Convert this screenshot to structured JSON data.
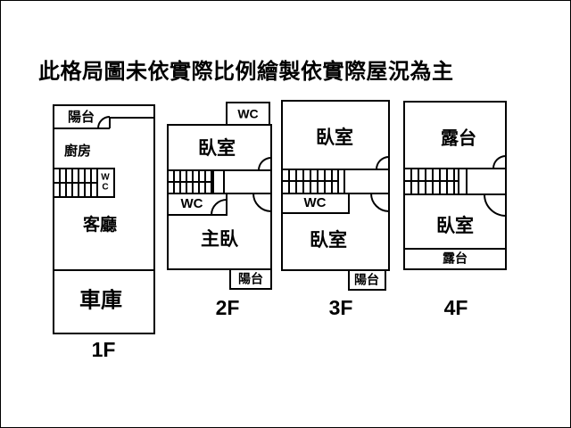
{
  "title": "此格局圖未依實際比例繪製依實際屋況為主",
  "colors": {
    "line": "#000000",
    "background": "#ffffff"
  },
  "floors": [
    {
      "id": "1f",
      "floor_label": "1F",
      "rooms": {
        "balcony": "陽台",
        "kitchen": "廚房",
        "wc_stacked": "W\nC",
        "living_room": "客廳",
        "garage": "車庫"
      }
    },
    {
      "id": "2f",
      "floor_label": "2F",
      "rooms": {
        "upper_wc": "WC",
        "bedroom": "臥室",
        "wc": "WC",
        "master_bedroom": "主臥",
        "balcony": "陽台"
      }
    },
    {
      "id": "3f",
      "floor_label": "3F",
      "rooms": {
        "bedroom_upper": "臥室",
        "wc": "WC",
        "bedroom_lower": "臥室",
        "balcony": "陽台"
      }
    },
    {
      "id": "4f",
      "floor_label": "4F",
      "rooms": {
        "terrace_upper": "露台",
        "bedroom": "臥室",
        "terrace_lower": "露台"
      }
    }
  ]
}
